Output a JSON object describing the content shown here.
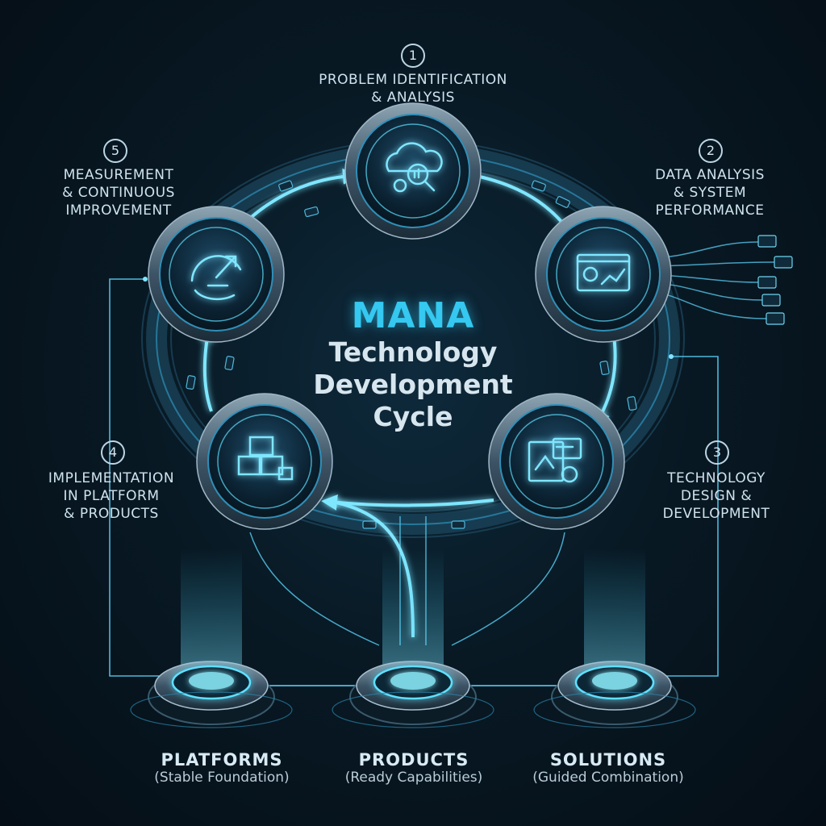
{
  "center": {
    "title": "MANA",
    "subtitle_lines": [
      "Technology",
      "Development",
      "Cycle"
    ]
  },
  "stages": [
    {
      "number": "1",
      "lines": [
        "PROBLEM IDENTIFICATION",
        "& ANALYSIS"
      ],
      "icon": "cloud-magnifier-gear-icon"
    },
    {
      "number": "2",
      "lines": [
        "DATA ANALYSIS",
        "& SYSTEM",
        "PERFORMANCE"
      ],
      "icon": "dashboard-charts-icon"
    },
    {
      "number": "3",
      "lines": [
        "TECHNOLOGY",
        "DESIGN &",
        "DEVELOPMENT"
      ],
      "icon": "blueprint-gear-icon"
    },
    {
      "number": "4",
      "lines": [
        "IMPLEMENTATION",
        "IN PLATFORM",
        "& PRODUCTS"
      ],
      "icon": "stacked-cubes-icon"
    },
    {
      "number": "5",
      "lines": [
        "MEASUREMENT",
        "& CONTINUOUS",
        "IMPROVEMENT"
      ],
      "icon": "gauge-icon"
    }
  ],
  "bases": [
    {
      "title": "PLATFORMS",
      "subtitle": "(Stable Foundation)"
    },
    {
      "title": "PRODUCTS",
      "subtitle": "(Ready Capabilities)"
    },
    {
      "title": "SOLUTIONS",
      "subtitle": "(Guided Combination)"
    }
  ],
  "colors": {
    "accent": "#35c8f0",
    "glow": "#5fe0ff",
    "background": "#081924",
    "text": "#cfe3ee"
  }
}
